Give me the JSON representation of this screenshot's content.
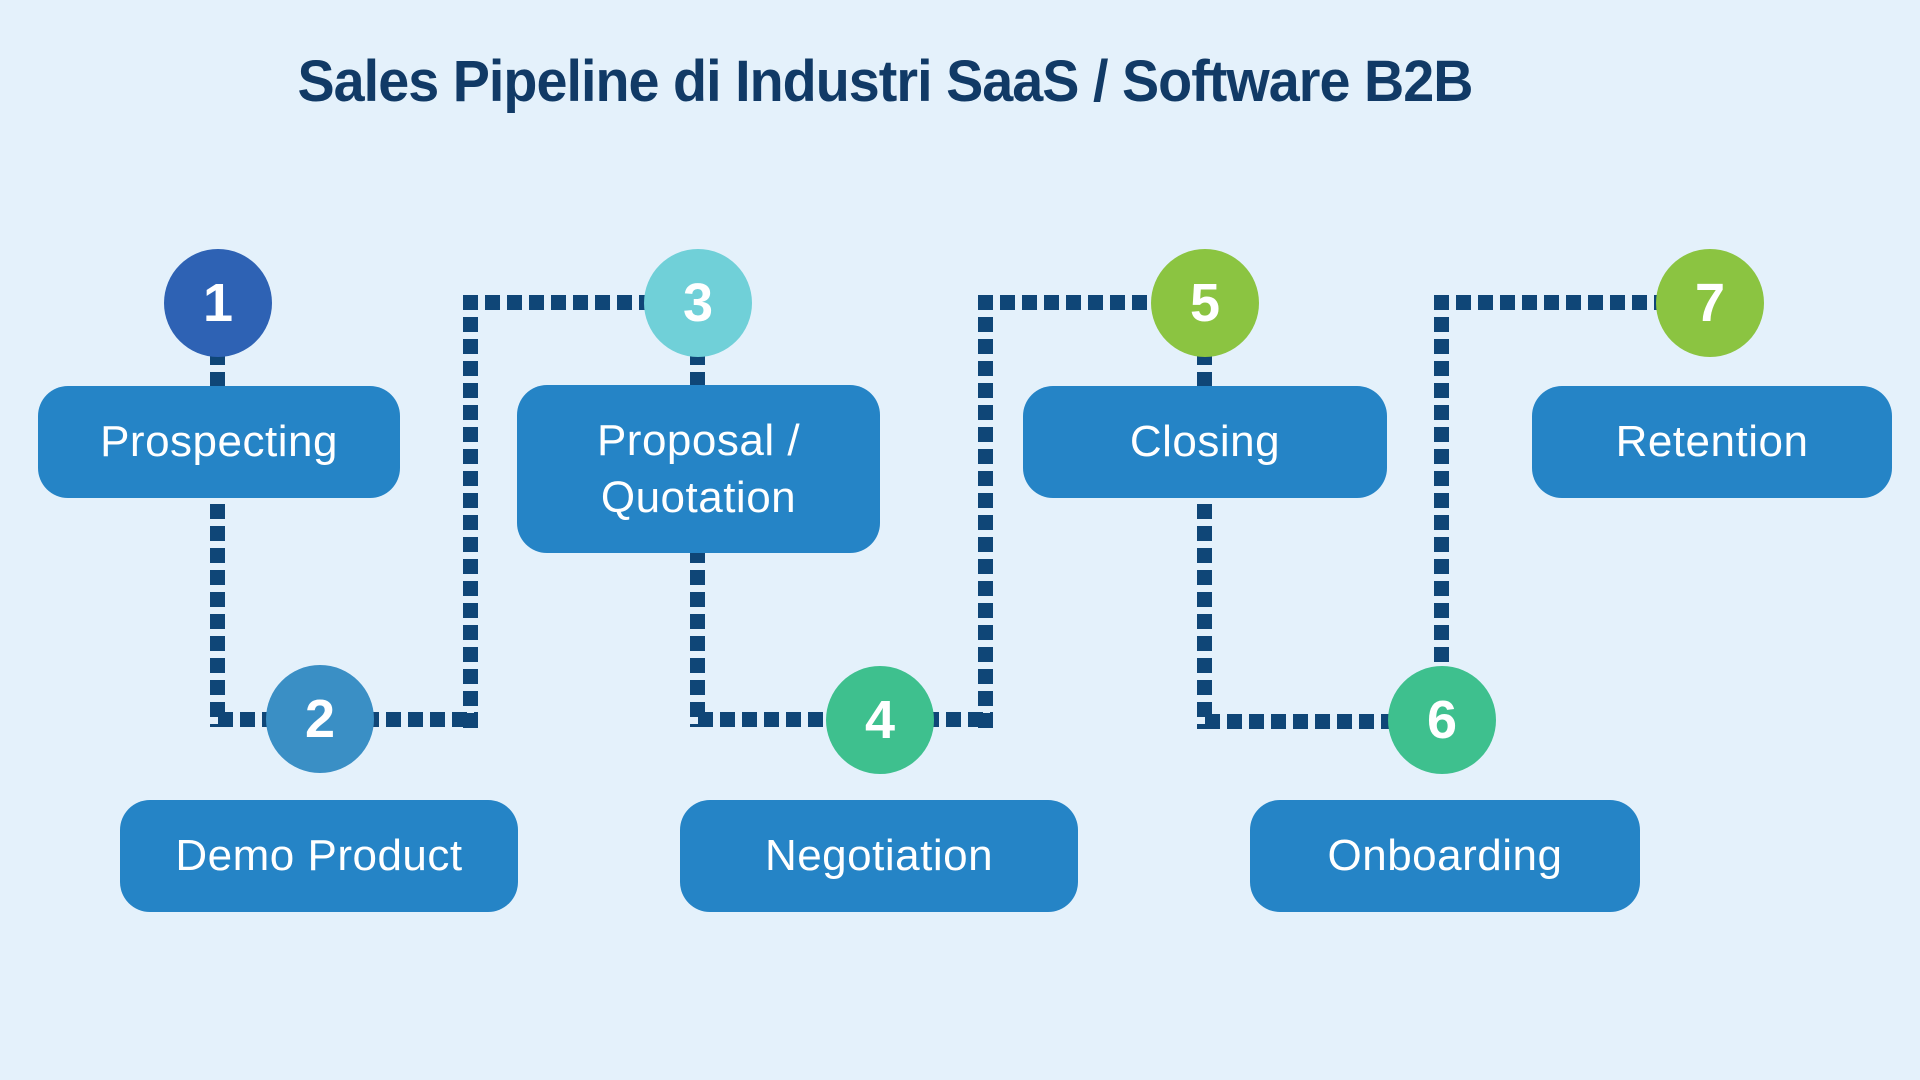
{
  "title": "Sales Pipeline di Industri SaaS / Software B2B",
  "colors": {
    "background": "#e4f1fb",
    "stage_box": "#2584c6",
    "connector_dots": "#0f4677",
    "title_text": "#113a66",
    "stage_label_text": "#ffffff",
    "stage_number_text": "#ffffff"
  },
  "stages": [
    {
      "number": "1",
      "label": "Prospecting",
      "circle_color": "#2e62b4"
    },
    {
      "number": "2",
      "label": "Demo Product",
      "circle_color": "#3a8fc5"
    },
    {
      "number": "3",
      "label": "Proposal / Quotation",
      "circle_color": "#70d0d8"
    },
    {
      "number": "4",
      "label": "Negotiation",
      "circle_color": "#3ec08e"
    },
    {
      "number": "5",
      "label": "Closing",
      "circle_color": "#8bc441"
    },
    {
      "number": "6",
      "label": "Onboarding",
      "circle_color": "#3ec08e"
    },
    {
      "number": "7",
      "label": "Retention",
      "circle_color": "#8bc441"
    }
  ]
}
